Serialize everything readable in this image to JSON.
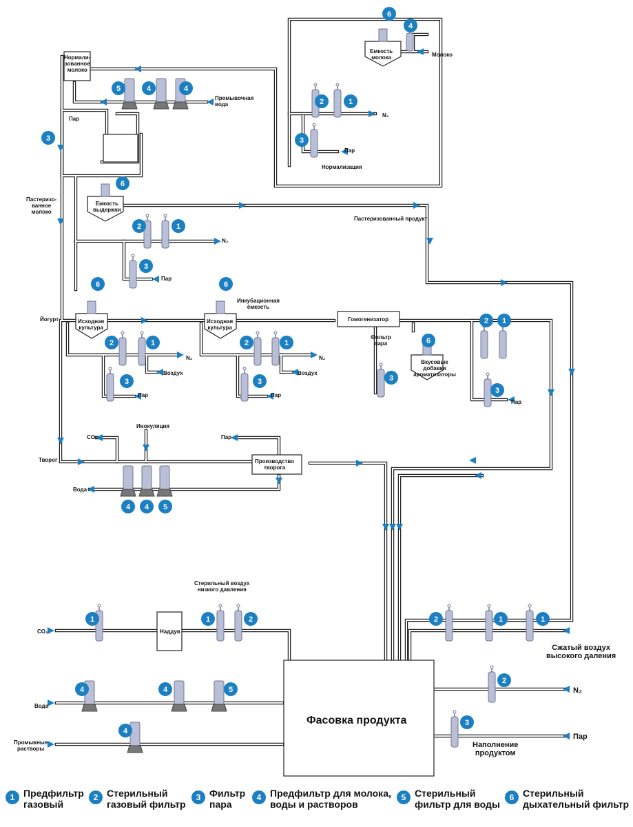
{
  "diagram": {
    "labels": {
      "normalized_milk": "Нормали-\nзованное\nмолоко",
      "rinse_water_top": "Промывочная\nвода",
      "steam_top_left": "Пар",
      "pasteurized_milk": "Пастеризо-\nванное\nмолоко",
      "holding_tank": "Емкость\nвыдержки",
      "milk_tank": "Емкость\nмолока",
      "milk_in": "Молоко",
      "n2_top": "N₂",
      "steam_norm": "Пар",
      "normalization": "Нормализация",
      "n2_hold": "N₂",
      "steam_hold": "Пар",
      "pasteurized_product": "Пастеризованный продукт",
      "yogurt": "Йогурт",
      "starter_culture_1": "Исходная\nкультура",
      "starter_culture_2": "Исходная\nкультура",
      "incubation_tank": "Инкубационная\nёмкость",
      "homogenizer": "Гомогенизатор",
      "steam_filter": "Фильтр\nпара",
      "flavor_additives": "Вкусовые\nдобавки\nароматизаторы",
      "n2_c1": "N₂",
      "air_c1": "Воздух",
      "steam_c1": "Пар",
      "n2_c2": "N₂",
      "air_c2": "Воздух",
      "steam_c2": "Пар",
      "steam_flavor": "Пар",
      "co2_top": "CO₂",
      "inoculation": "Инокуляция",
      "steam_curd": "Пар",
      "curd": "Творог",
      "curd_production": "Производство\nтворога",
      "water_curd": "Вода",
      "sterile_air_low": "Стерильный воздух\nнизкого давления",
      "co2_bottom": "CO₂",
      "blower": "Наддув",
      "water_bottom": "Вода",
      "rinse_solutions": "Промывные\nрастворы",
      "packing": "Фасовка продукта",
      "compressed_air": "Сжатый воздух\nвысокого даления",
      "n2_bottom": "N₂",
      "steam_bottom": "Пар",
      "filling": "Наполнение\nпродуктом"
    },
    "colors": {
      "accent": "#1b7fc1",
      "pipe": "#222222",
      "filter_body": "#b9bfd6",
      "filter_dark": "#6f7590"
    }
  },
  "legend": [
    {
      "num": "1",
      "text": "Предфильтр\nгазовый"
    },
    {
      "num": "2",
      "text": "Стерильный\nгазовый фильтр"
    },
    {
      "num": "3",
      "text": "Фильтр\nпара"
    },
    {
      "num": "4",
      "text": "Предфильтр для молока,\nводы и растворов"
    },
    {
      "num": "5",
      "text": "Стерильный\nфильтр для воды"
    },
    {
      "num": "6",
      "text": "Стерильный\nдыхательный фильтр"
    }
  ]
}
